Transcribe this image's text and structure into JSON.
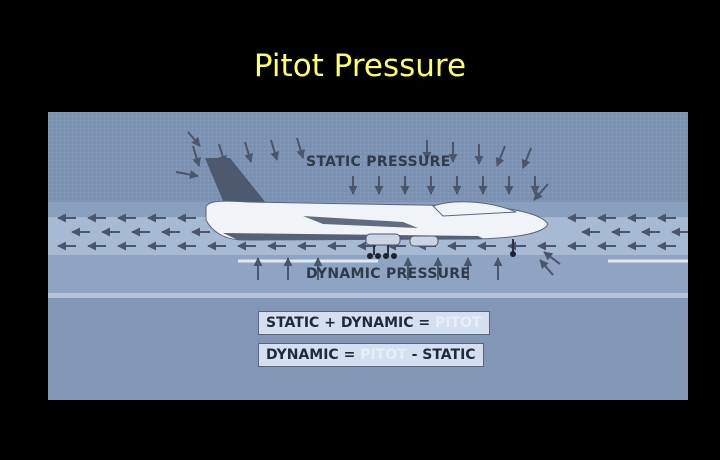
{
  "title": "Pitot Pressure",
  "labels": {
    "static": "STATIC PRESSURE",
    "dynamic": "DYNAMIC PRESSURE"
  },
  "equation1": {
    "a": "STATIC",
    "op1": "+",
    "b": "DYNAMIC",
    "op2": "=",
    "c": "PITOT"
  },
  "equation2": {
    "a": "DYNAMIC",
    "op1": "=",
    "b": "PITOT",
    "op2": "-",
    "c": "STATIC"
  },
  "colors": {
    "title": "#ffff66",
    "background": "#000000",
    "panel": "#7d93b3",
    "arrow": "#4a566b",
    "highlight": "#e6eef9"
  }
}
